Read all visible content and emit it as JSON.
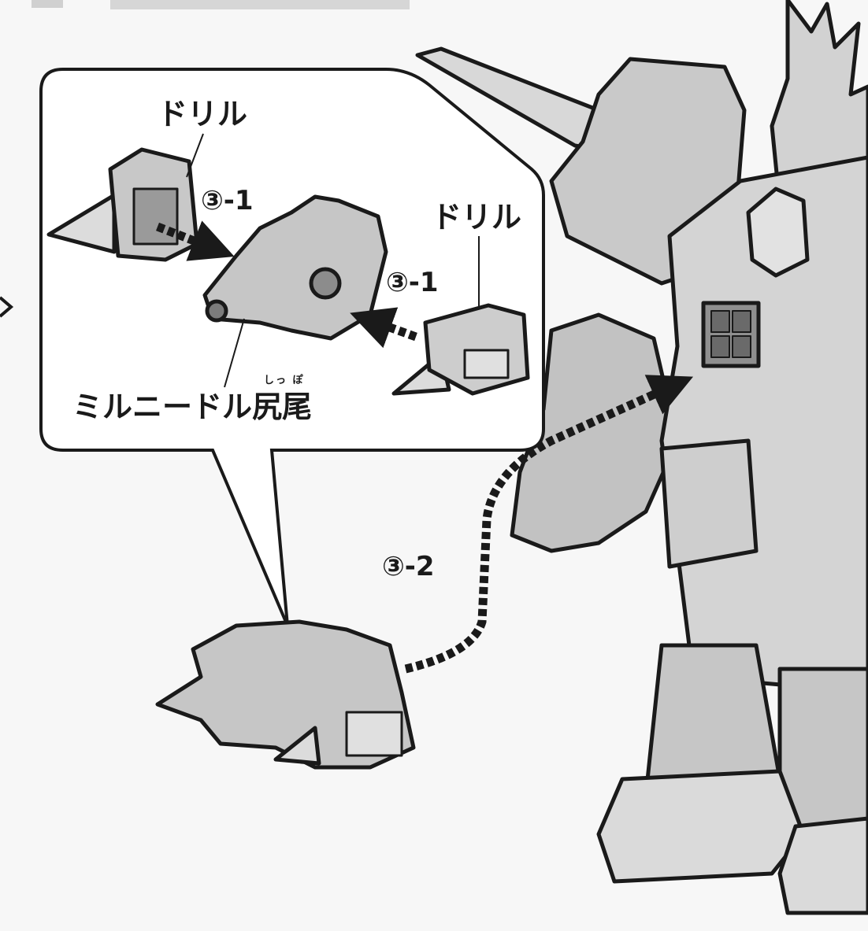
{
  "labels": {
    "drill_left": "ドリル",
    "drill_right": "ドリル",
    "tail_name": "ミルニードル尻尾",
    "tail_ruby": "しっ ぽ",
    "step_3_1_left": "③-1",
    "step_3_1_right": "③-1",
    "step_3_2": "③-2"
  },
  "colors": {
    "background": "#f7f7f7",
    "part_fill": "#c8c8c8",
    "part_highlight": "#e6e6e6",
    "outline": "#1a1a1a",
    "arrow": "#1a1a1a",
    "callout_fill": "#ffffff"
  }
}
